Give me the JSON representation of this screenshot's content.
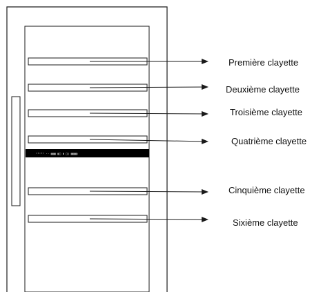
{
  "colors": {
    "stroke": "#1a1a1a",
    "background": "#ffffff",
    "panel": "#000000"
  },
  "control_panel": {
    "text": "ᵃᵇᶜᵈᵉ ·· ▥▥▥ ▥□ ▮ □▯ ▥▥▥▥"
  },
  "shelves": [
    {
      "label": "Première clayette"
    },
    {
      "label": "Deuxième clayette"
    },
    {
      "label": "Troisième clayette"
    },
    {
      "label": "Quatrième clayette"
    },
    {
      "label": "Cinquième clayette"
    },
    {
      "label": "Sixième clayette"
    }
  ]
}
